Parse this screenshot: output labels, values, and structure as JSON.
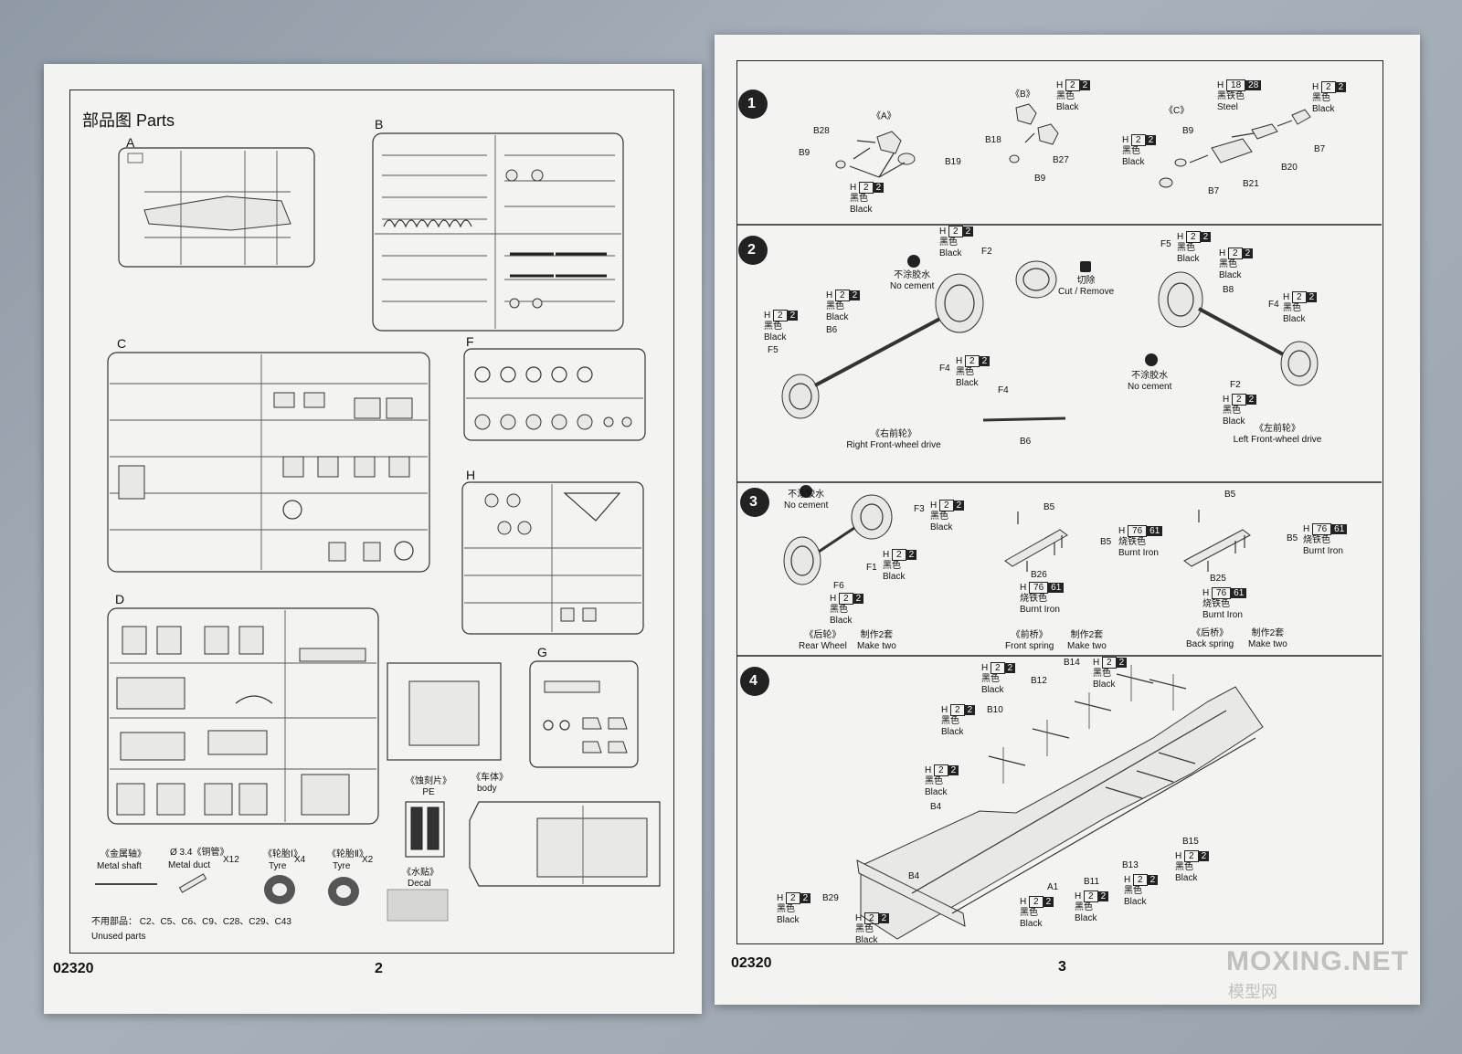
{
  "left_page": {
    "title": "部品图 Parts",
    "sprues": {
      "A": "A",
      "B": "B",
      "C": "C",
      "D": "D",
      "E_hidden": "",
      "F": "F",
      "G": "G",
      "H": "H"
    },
    "pe": {
      "cn": "《蚀刻片》",
      "en": "PE"
    },
    "body": {
      "cn": "《车体》",
      "en": "body"
    },
    "decal": {
      "cn": "《水贴》",
      "en": "Decal"
    },
    "metal_shaft": {
      "cn": "《金属轴》",
      "en": "Metal shaft"
    },
    "metal_duct": {
      "cn": "Ø 3.4《铜管》",
      "en": "Metal duct",
      "qty": "X12"
    },
    "tyre1": {
      "cn": "《轮胎Ⅰ》",
      "en": "Tyre",
      "qty": "X4"
    },
    "tyre2": {
      "cn": "《轮胎Ⅱ》",
      "en": "Tyre",
      "qty": "X2"
    },
    "unused": {
      "cn": "不用部品：  C2、C5、C6、C9、C28、C29、C43",
      "en": "Unused parts"
    },
    "code": "02320",
    "page_no": "2"
  },
  "right_page": {
    "code": "02320",
    "page_no": "3",
    "steps": [
      {
        "num": "1",
        "labels": {
          "A": "《A》",
          "B": "《B》",
          "C": "《C》",
          "B28": "B28",
          "B9a": "B9",
          "B19": "B19",
          "B18": "B18",
          "B27": "B27",
          "B9b": "B9",
          "B9c": "B9",
          "B21": "B21",
          "B20": "B20",
          "B7a": "B7",
          "B7b": "B7"
        }
      },
      {
        "num": "2",
        "labels": {
          "F2a": "F2",
          "F5a": "F5",
          "B6a": "B6",
          "F4a": "F4",
          "F4b": "F4",
          "B6b": "B6",
          "F5b": "F5",
          "B8": "B8",
          "F4c": "F4",
          "F2b": "F2",
          "nocement_cn": "不涂胶水",
          "nocement_en": "No cement",
          "cut_cn": "切除",
          "cut_en": "Cut / Remove",
          "rfw_cn": "《右前轮》",
          "rfw_en": "Right Front-wheel drive",
          "lfw_cn": "《左前轮》",
          "lfw_en": "Left Front-wheel drive"
        }
      },
      {
        "num": "3",
        "labels": {
          "F3": "F3",
          "F1": "F1",
          "F6": "F6",
          "B5a": "B5",
          "B5b": "B5",
          "B26": "B26",
          "B5c": "B5",
          "B5d": "B5",
          "B25": "B25",
          "nocement_cn": "不涂胶水",
          "nocement_en": "No cement",
          "rear_cn": "《后轮》",
          "rear_en": "Rear Wheel",
          "make_cn": "制作2套",
          "make_en": "Make two",
          "fspring_cn": "《前桥》",
          "fspring_en": "Front spring",
          "bspring_cn": "《后桥》",
          "bspring_en": "Back spring"
        }
      },
      {
        "num": "4",
        "labels": {
          "B12": "B12",
          "B14": "B14",
          "B10": "B10",
          "B4a": "B4",
          "B4b": "B4",
          "B29": "B29",
          "A1": "A1",
          "B11": "B11",
          "B13": "B13",
          "B15": "B15"
        }
      }
    ],
    "colors": {
      "black_cn": "黑色",
      "black_en": "Black",
      "black_h": "H",
      "black_num": "2",
      "black_swatch": "2",
      "steel_cn": "黑铁色",
      "steel_en": "Steel",
      "steel_h": "H",
      "steel_num": "18",
      "steel_swatch": "28",
      "iron_cn": "烧铁色",
      "iron_en": "Burnt Iron",
      "iron_h": "H",
      "iron_num": "76",
      "iron_swatch": "61"
    }
  },
  "watermark": {
    "main": "MOXING.NET",
    "sub": "模型网"
  }
}
